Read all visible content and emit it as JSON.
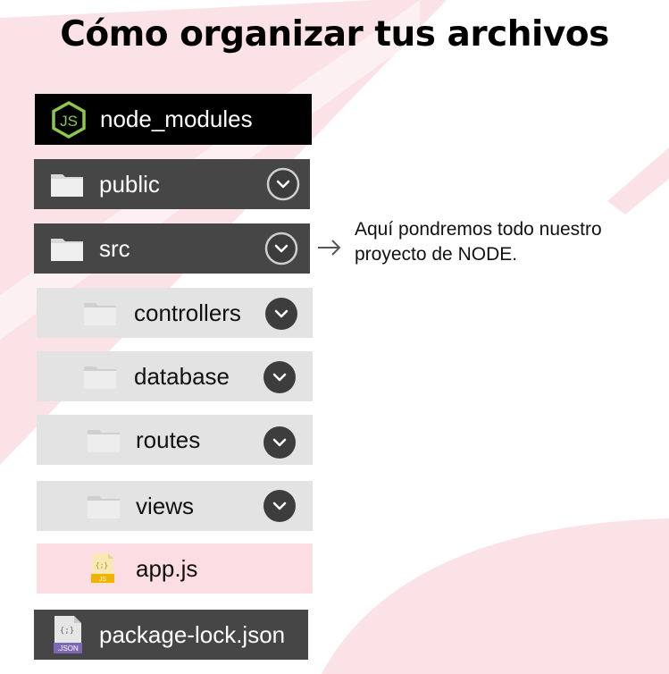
{
  "title": "Cómo organizar tus archivos",
  "colors": {
    "dark_row": "#464646",
    "black_row": "#000000",
    "light_row": "#e3e3e3",
    "highlight_row": "#fcdde3",
    "node_green": "#8cc84b",
    "background_accent": "#fbe2e7"
  },
  "items": [
    {
      "label": "node_modules",
      "icon": "nodejs-icon"
    },
    {
      "label": "public",
      "icon": "folder-icon",
      "toggle": "chevron-down-circle-outline"
    },
    {
      "label": "src",
      "icon": "folder-icon",
      "toggle": "chevron-down-circle-outline"
    },
    {
      "label": "controllers",
      "icon": "folder-icon",
      "toggle": "chevron-down-circle-filled"
    },
    {
      "label": "database",
      "icon": "folder-icon",
      "toggle": "chevron-down-circle-filled"
    },
    {
      "label": "routes",
      "icon": "folder-icon",
      "toggle": "chevron-down-circle-filled"
    },
    {
      "label": "views",
      "icon": "folder-icon",
      "toggle": "chevron-down-circle-filled"
    },
    {
      "label": "app.js",
      "icon": "js-file-icon",
      "badge": "JS",
      "glyph": "{;}"
    },
    {
      "label": "package-lock.json",
      "icon": "json-file-icon",
      "badge": ".JSON",
      "glyph": "{;}"
    }
  ],
  "note": {
    "text": "Aquí pondremos todo nuestro proyecto de NODE.",
    "arrow": "arrow-right-icon"
  }
}
